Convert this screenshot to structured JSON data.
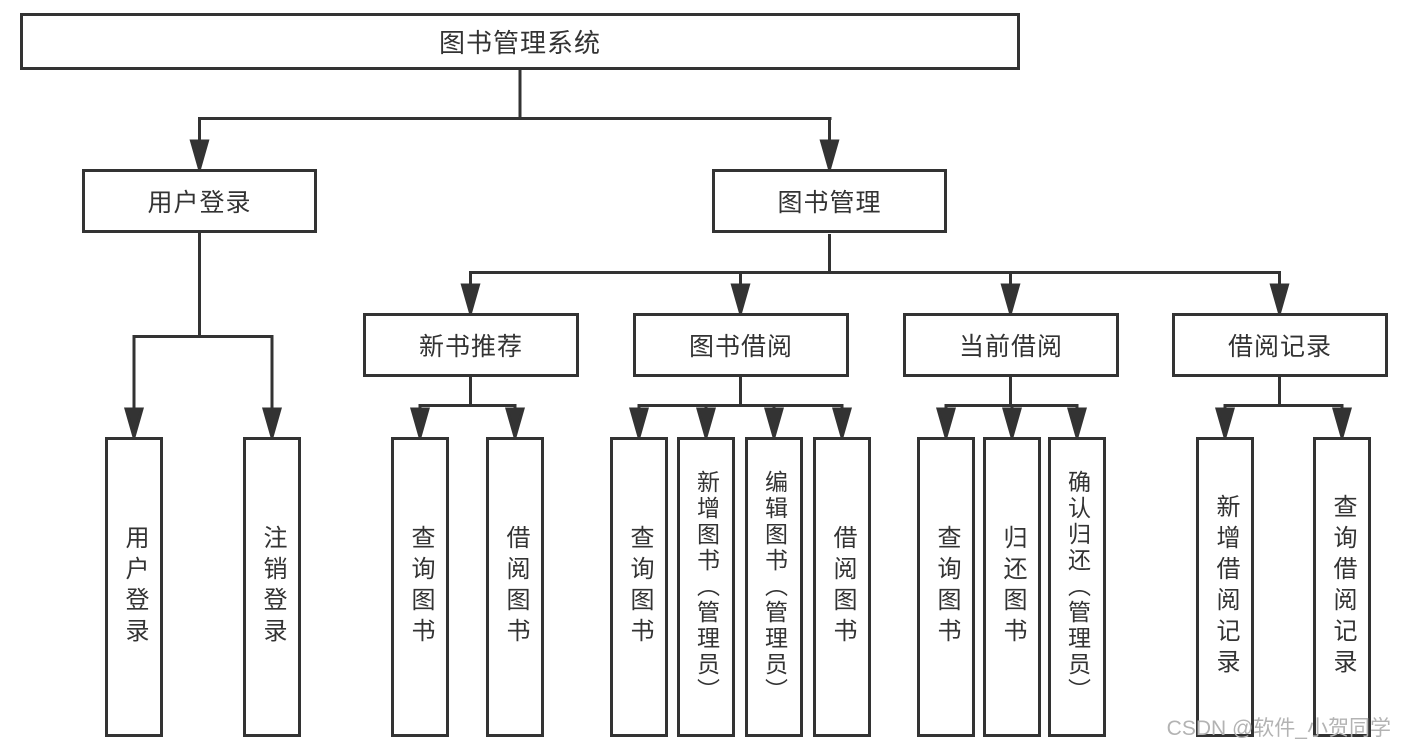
{
  "diagram": {
    "title": "图书管理系统",
    "level2": {
      "user_login": "用户登录",
      "book_management": "图书管理"
    },
    "level3": {
      "new_book": "新书推荐",
      "book_borrow": "图书借阅",
      "current_borrow": "当前借阅",
      "borrow_record": "借阅记录"
    },
    "leaves": {
      "user_login": [
        "用户登录",
        "注销登录"
      ],
      "new_book": [
        "查询图书",
        "借阅图书"
      ],
      "book_borrow": [
        "查询图书",
        "新增图书（管理员）",
        "编辑图书（管理员）",
        "借阅图书"
      ],
      "current_borrow": [
        "查询图书",
        "归还图书",
        "确认归还（管理员）"
      ],
      "borrow_record": [
        "新增借阅记录",
        "查询借阅记录"
      ]
    }
  },
  "watermark": "CSDN @软件_小贺同学",
  "colors": {
    "line": "#333333",
    "background": "#ffffff",
    "watermark": "#b3b3b3"
  }
}
